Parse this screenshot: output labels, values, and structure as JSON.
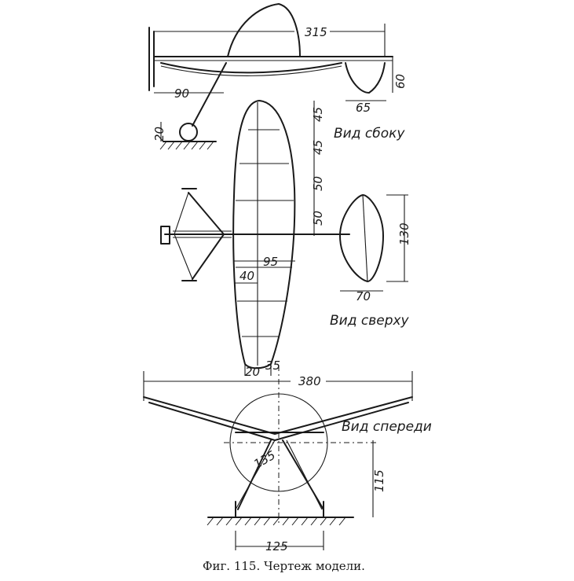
{
  "views": {
    "side": "Вид сбоку",
    "top": "Вид сверху",
    "front": "Вид спереди"
  },
  "dimensions": {
    "side_length": "315",
    "side_offset": "90",
    "side_wheel_height": "20",
    "tail_height": "60",
    "tail_chord": "65",
    "wing_section_1": "45",
    "wing_section_2": "45",
    "wing_section_3": "50",
    "wing_section_4": "50",
    "wing_chord": "95",
    "wing_inner": "40",
    "wing_tip_left": "20",
    "wing_tip_right": "35",
    "stab_span": "130",
    "stab_chord": "70",
    "wingspan": "380",
    "prop_diameter": "135",
    "gear_height": "115",
    "wheel_track": "125"
  },
  "caption": "Фиг. 115. Чертеж модели."
}
